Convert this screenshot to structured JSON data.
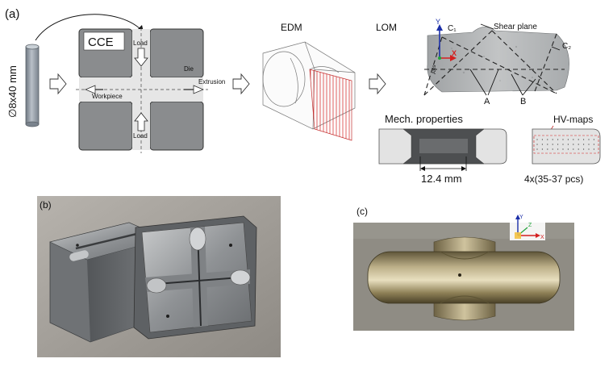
{
  "panel_labels": {
    "a": "(a)",
    "b": "(b)",
    "c": "(c)"
  },
  "billet": {
    "size_label": "∅8x40 mm"
  },
  "cce": {
    "title": "CCE",
    "load_top": "Load",
    "load_bottom": "Load",
    "die": "Die",
    "extrusion": "Extrusion",
    "workpiece": "Workpiece"
  },
  "steps": {
    "edm": "EDM",
    "lom": "LOM"
  },
  "lom_image": {
    "y_axis": "Y",
    "x_axis": "X",
    "axis_caption": "Axis",
    "c1": "C₁",
    "c2": "C₂",
    "shear_plane": "Shear plane",
    "a": "A",
    "b": "B"
  },
  "mech": {
    "title": "Mech. properties",
    "gauge": "12.4 mm"
  },
  "hv": {
    "title": "HV-maps",
    "count": "4x(35-37 pcs)"
  },
  "triad": {
    "y": "Y",
    "z": "Z",
    "x": "X"
  },
  "colors": {
    "die_fill": "#888a8c",
    "die_edge": "#3a3a3a",
    "billet": "#9ba3ad",
    "lom_bg": "#b9bcbd",
    "dashed": "#222222",
    "red": "#d42020",
    "blue": "#1b2fa8",
    "green": "#22a33a"
  }
}
